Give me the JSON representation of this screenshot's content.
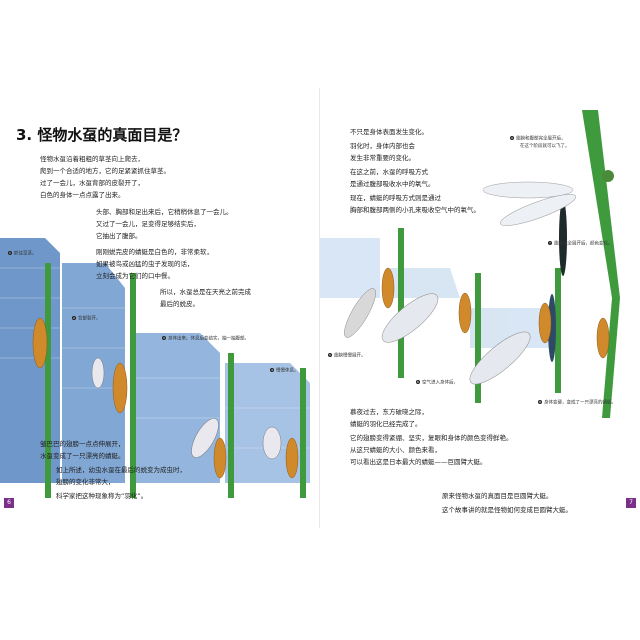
{
  "title": "3. 怪物水虿的真面目是？",
  "left_text": [
    "怪物水虿沿着粗粗的草茎向上爬去，",
    "爬到一个合适的地方，它的足紧紧抓住草茎。",
    "过了一会儿，水虿背部的皮裂开了，",
    "白色的身体一点点露了出来。",
    "头部、胸部和足出来后，它稍稍休息了一会儿。",
    "又过了一会儿，足变得足够结实后，",
    "它抽出了腹部。",
    "刚刚蜕完皮的蜻蜓是白色的，非常柔软，",
    "如果被鸟或凶猛的虫子发现的话，",
    "立刻会成为它们的口中餐。",
    "所以，水虿总是在天亮之前完成",
    "最后的蜕皮。"
  ],
  "left_bottom_text": [
    "皱巴巴的翅膀一点点伸展开，",
    "水虿变成了一只漂亮的蜻蜓。",
    "如上所述，幼虫水虿在最后的蜕变为成虫时，",
    "翅膀的变化非常大，",
    "科学家把这种现象称为“羽化”。"
  ],
  "left_captions": [
    "抓住草茎。",
    "背部裂开。",
    "身体出来。休息后变结实，抽一抽腹部。",
    "慢慢休息。"
  ],
  "right_text": [
    "不只是身体表面发生变化。",
    "羽化时，身体内部也会",
    "发生非常重要的变化。",
    "在这之前，水虿的呼吸方式",
    "是通过腹部吸收水中的氧气。",
    "现在，蜻蜓的呼吸方式则是通过",
    "胸部和腹部两侧的小孔来吸收空气中的氧气。"
  ],
  "right_bottom_text": [
    "慕夜过去，东方破晓之际，",
    "蜻蜓的羽化已经完成了。",
    "它的翅膀变得紧绷、坚实，复眼和身体的颜色变得鲜艳。",
    "从这只蜻蜓的大小、颜色来看，",
    "可以看出这是日本最大的蜻蜓——巨圆臂大蜓。"
  ],
  "right_end_text": [
    "原来怪物水虿的真面目是巨圆臂大蜓。",
    "这个故事讲的就是怪物如何变成巨圆臂大蜓。"
  ],
  "right_captions": [
    "翅膀慢慢展开。",
    "空气进入身体后，",
    "翅膀完全展开后，颜色变化。",
    "身体变硬，变成了一只漂亮的蜻蜓。",
    "翅膀和腹部完全展开后，",
    "在这个阶段就可以飞了。"
  ],
  "page_numbers": {
    "left": "6",
    "right": "7"
  },
  "colors": {
    "water": "#3a6fb0",
    "stem": "#3e9a3c",
    "exuvia": "#d08a2c",
    "page_no": "#7a2f8a"
  }
}
